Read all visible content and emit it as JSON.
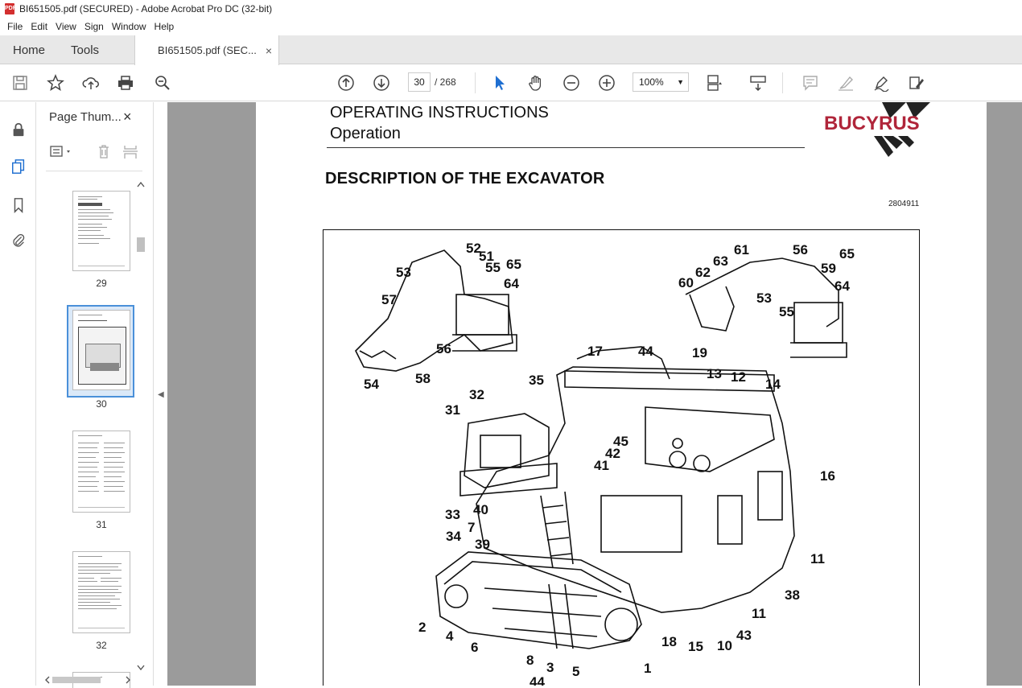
{
  "window": {
    "title": "BI651505.pdf (SECURED) - Adobe Acrobat Pro DC (32-bit)"
  },
  "menu": [
    "File",
    "Edit",
    "View",
    "Sign",
    "Window",
    "Help"
  ],
  "tabs": {
    "home": "Home",
    "tools": "Tools",
    "document": "BI651505.pdf (SEC...",
    "close": "×"
  },
  "toolbar": {
    "current_page": "30",
    "page_total": "/ 268",
    "zoom": "100%"
  },
  "thumbnails_panel": {
    "title": "Page Thum...",
    "close": "×",
    "pages": [
      {
        "label": "29",
        "selected": false
      },
      {
        "label": "30",
        "selected": true
      },
      {
        "label": "31",
        "selected": false
      },
      {
        "label": "32",
        "selected": false
      }
    ]
  },
  "document": {
    "header_line1": "OPERATING INSTRUCTIONS",
    "header_line2": "Operation",
    "logo_text": "BUCYRUS",
    "heading": "DESCRIPTION OF THE EXCAVATOR",
    "figure_code": "2804911",
    "callouts": [
      "52",
      "51",
      "55",
      "65",
      "53",
      "64",
      "57",
      "56",
      "54",
      "58",
      "61",
      "56",
      "65",
      "63",
      "59",
      "62",
      "60",
      "64",
      "53",
      "55",
      "17",
      "44",
      "19",
      "13",
      "14",
      "12",
      "35",
      "32",
      "31",
      "45",
      "42",
      "41",
      "16",
      "33",
      "40",
      "7",
      "34",
      "39",
      "11",
      "38",
      "11",
      "2",
      "4",
      "6",
      "8",
      "3",
      "5",
      "1",
      "18",
      "15",
      "10",
      "43",
      "44"
    ]
  },
  "colors": {
    "logo_red": "#b0253a",
    "selection_blue": "#4a90d9",
    "viewer_bg": "#9b9b9b"
  }
}
